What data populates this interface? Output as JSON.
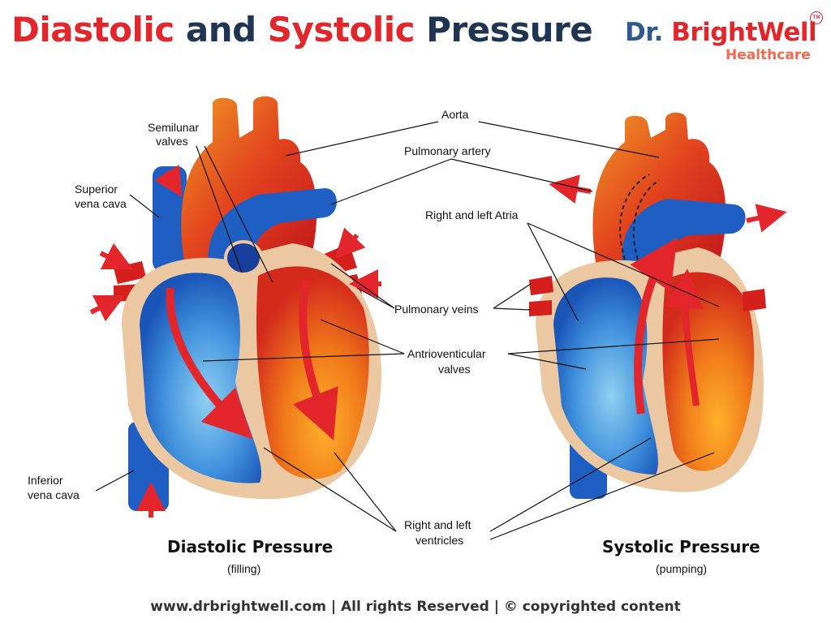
{
  "title": {
    "part1": "Diastolic",
    "part2": "and",
    "part3": "Systolic",
    "part4": "Pressure"
  },
  "logo": {
    "dr": "Dr.",
    "name": "BrightWell",
    "sub": "Healthcare",
    "tm": "TM"
  },
  "labels": {
    "semilunar": [
      "Semilunar",
      "valves"
    ],
    "superior_vena_cava": [
      "Superior",
      "vena cava"
    ],
    "aorta": "Aorta",
    "pulmonary_artery": "Pulmonary artery",
    "atria": "Right and left Atria",
    "pulmonary_veins": "Pulmonary veins",
    "av_valves": [
      "Antrioventicular",
      "valves"
    ],
    "inferior_vena_cava": [
      "Inferior",
      "vena cava"
    ],
    "ventricles": [
      "Right and left",
      "ventricles"
    ]
  },
  "captions": {
    "diastolic": {
      "title": "Diastolic Pressure",
      "sub": "(filling)"
    },
    "systolic": {
      "title": "Systolic Pressure",
      "sub": "(pumping)"
    }
  },
  "footer": "www.drbrightwell.com |  All rights Reserved | © copyrighted content",
  "colors": {
    "red": "#e3262b",
    "navy": "#1f3552",
    "blue": "#1f5fc4",
    "orange": "#f07a1a",
    "tissue": "#ecc8a2"
  }
}
